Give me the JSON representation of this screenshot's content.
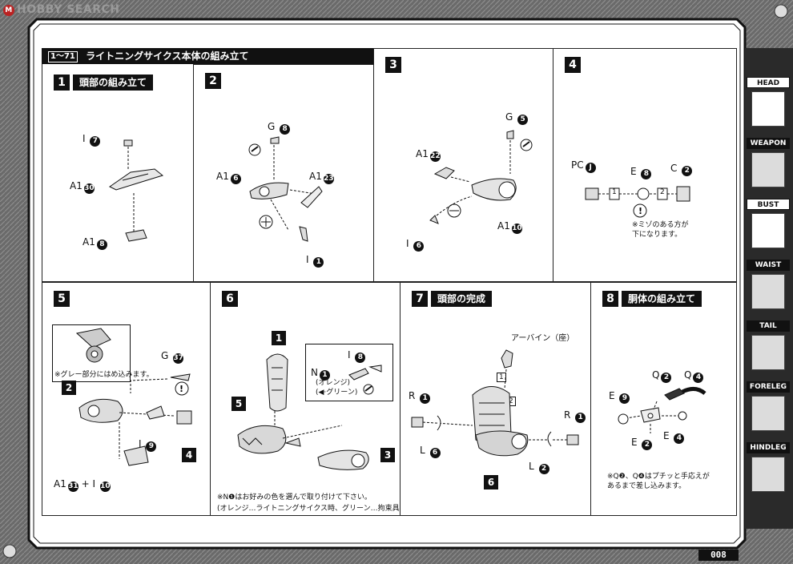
{
  "watermark": "HOBBY SEARCH",
  "banner": {
    "range": "1〜71",
    "title": "ライトニングサイクス本体の組み立て"
  },
  "steps": [
    {
      "no": "1",
      "title": "頭部の組み立て"
    },
    {
      "no": "2"
    },
    {
      "no": "3"
    },
    {
      "no": "4"
    },
    {
      "no": "5"
    },
    {
      "no": "6"
    },
    {
      "no": "7",
      "title": "頭部の完成"
    },
    {
      "no": "8",
      "title": "胴体の組み立て"
    }
  ],
  "parts": {
    "s1": [
      "I",
      "7",
      "A1",
      "30",
      "A1",
      "8"
    ],
    "s2": [
      "G",
      "8",
      "A1",
      "6",
      "A1",
      "23",
      "I",
      "1"
    ],
    "s3": [
      "G",
      "5",
      "A1",
      "22",
      "A1",
      "10",
      "I",
      "6"
    ],
    "s4": [
      "PC",
      "J",
      "E",
      "8",
      "C",
      "2",
      "1",
      "2"
    ],
    "s5": [
      "G",
      "37",
      "2",
      "I",
      "9",
      "4",
      "A1",
      "31",
      "+ I",
      "10"
    ],
    "s6": [
      "1",
      "I",
      "8",
      "N",
      "1",
      "5",
      "3"
    ],
    "s7": [
      "R",
      "1",
      "R",
      "1",
      "L",
      "6",
      "L",
      "2",
      "6",
      "1",
      "2"
    ],
    "s8": [
      "Q",
      "2",
      "Q",
      "4",
      "E",
      "9",
      "E",
      "2",
      "E",
      "4"
    ]
  },
  "notes": {
    "s4": "※ミゾのある方が\n下になります。",
    "s5": "※グレー部分にはめ込みます。",
    "s6_options": "(オレンジ)\n(◀·グリーン)",
    "s6_footer1": "※N❶はお好みの色を選んで取り付けて下さい。",
    "s6_footer2": "(オレンジ…ライトニングサイクス時、グリーン…拘束具装備時)",
    "s7_part": "アーバイン（座）",
    "s8": "※Q❷、Q❹はプチッと手応えが\nあるまで差し込みます。"
  },
  "sidebar": {
    "tabs": [
      {
        "label": "HEAD",
        "active": true,
        "icon": "head-icon"
      },
      {
        "label": "WEAPON",
        "active": false,
        "icon": "weapon-icon"
      },
      {
        "label": "BUST",
        "active": true,
        "icon": "bust-icon"
      },
      {
        "label": "WAIST",
        "active": false,
        "icon": "waist-icon"
      },
      {
        "label": "TAIL",
        "active": false,
        "icon": "tail-icon"
      },
      {
        "label": "FORELEG",
        "active": false,
        "icon": "foreleg-icon"
      },
      {
        "label": "HINDLEG",
        "active": false,
        "icon": "hindleg-icon"
      }
    ]
  },
  "page_number": "008"
}
